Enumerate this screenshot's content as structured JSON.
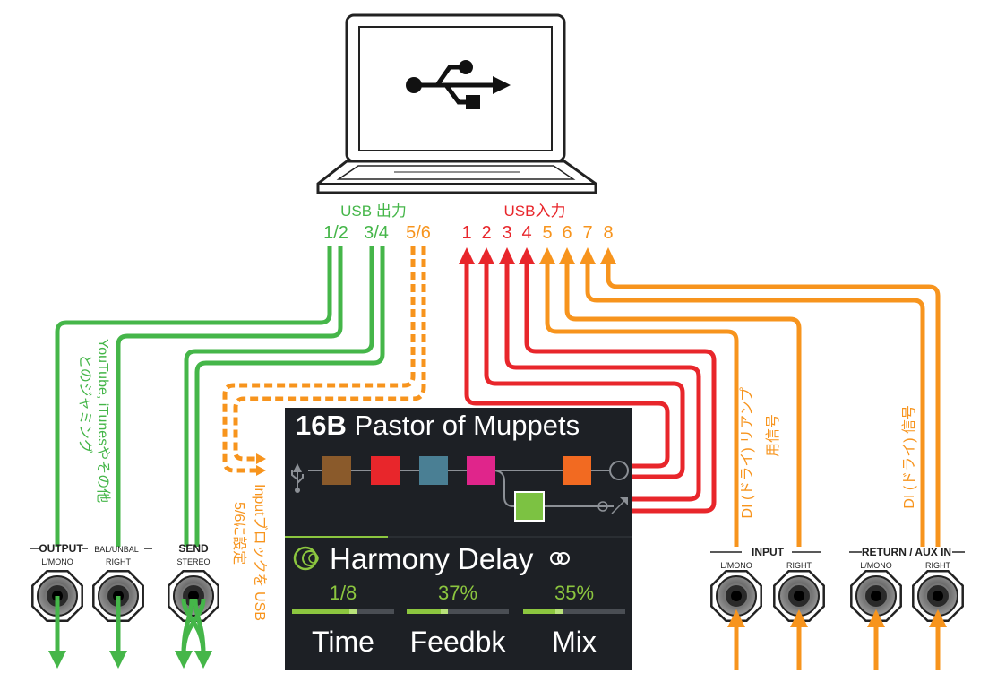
{
  "usb_out": {
    "title": "USB 出力",
    "ch": [
      "1/2",
      "3/4",
      "5/6"
    ]
  },
  "usb_in": {
    "title": "USB入力",
    "ch": [
      "1",
      "2",
      "3",
      "4",
      "5",
      "6",
      "7",
      "8"
    ]
  },
  "notes": {
    "streaming_line1": "YouTube, iTunesやその他",
    "streaming_line2": "とのジャミング",
    "input_usb_line1": "Inputブロックを USB",
    "input_usb_line2": "5/6に設定",
    "di_reamp_line1": "DI (ドライ) リアンプ",
    "di_reamp_line2": "用信号",
    "di_signal": "DI (ドライ) 信号"
  },
  "jacks": {
    "output": {
      "title": "OUTPUT",
      "left": "L/MONO",
      "right_top": "BAL/UNBAL",
      "right": "RIGHT"
    },
    "send": {
      "title": "SEND",
      "sub": "STEREO"
    },
    "input": {
      "title": "INPUT",
      "left": "L/MONO",
      "right": "RIGHT"
    },
    "return": {
      "title": "RETURN / AUX IN",
      "left": "L/MONO",
      "right": "RIGHT"
    }
  },
  "screen": {
    "preset_number": "16B",
    "preset_name": "Pastor of Muppets",
    "block_name": "Harmony Delay",
    "params": [
      {
        "value": "1/8",
        "name": "Time",
        "level": 0.6
      },
      {
        "value": "37%",
        "name": "Feedbk",
        "level": 0.37
      },
      {
        "value": "35%",
        "name": "Mix",
        "level": 0.35
      }
    ],
    "block_colors": [
      "#8a5a2b",
      "#e8262b",
      "#4a7f94",
      "#e0258b",
      "#f26a21",
      "#7cc242"
    ]
  },
  "icons": [
    "usb-icon",
    "laptop-icon",
    "stereo-link-icon",
    "harmony-delay-icon"
  ],
  "colors": {
    "usb_out": "#45b649",
    "usb_in": "#e8262b",
    "di": "#f7941d"
  }
}
